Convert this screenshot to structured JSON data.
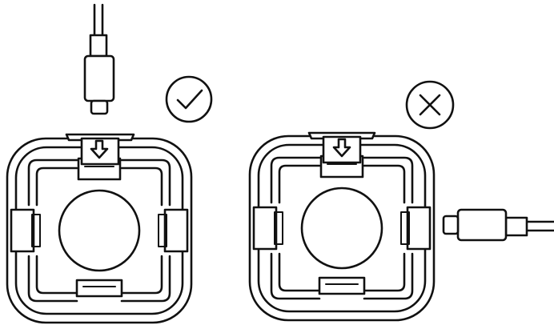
{
  "figure": {
    "background_color": "#ffffff",
    "line_color": "#111111"
  },
  "panels": [
    {
      "id": "correct",
      "status": "correct",
      "status_icon": "check-circle-icon",
      "cable_position": "top",
      "cable_icon": "usb-c-cable-icon"
    },
    {
      "id": "incorrect",
      "status": "incorrect",
      "status_icon": "cross-circle-icon",
      "cable_position": "right",
      "cable_icon": "usb-c-cable-icon"
    }
  ]
}
